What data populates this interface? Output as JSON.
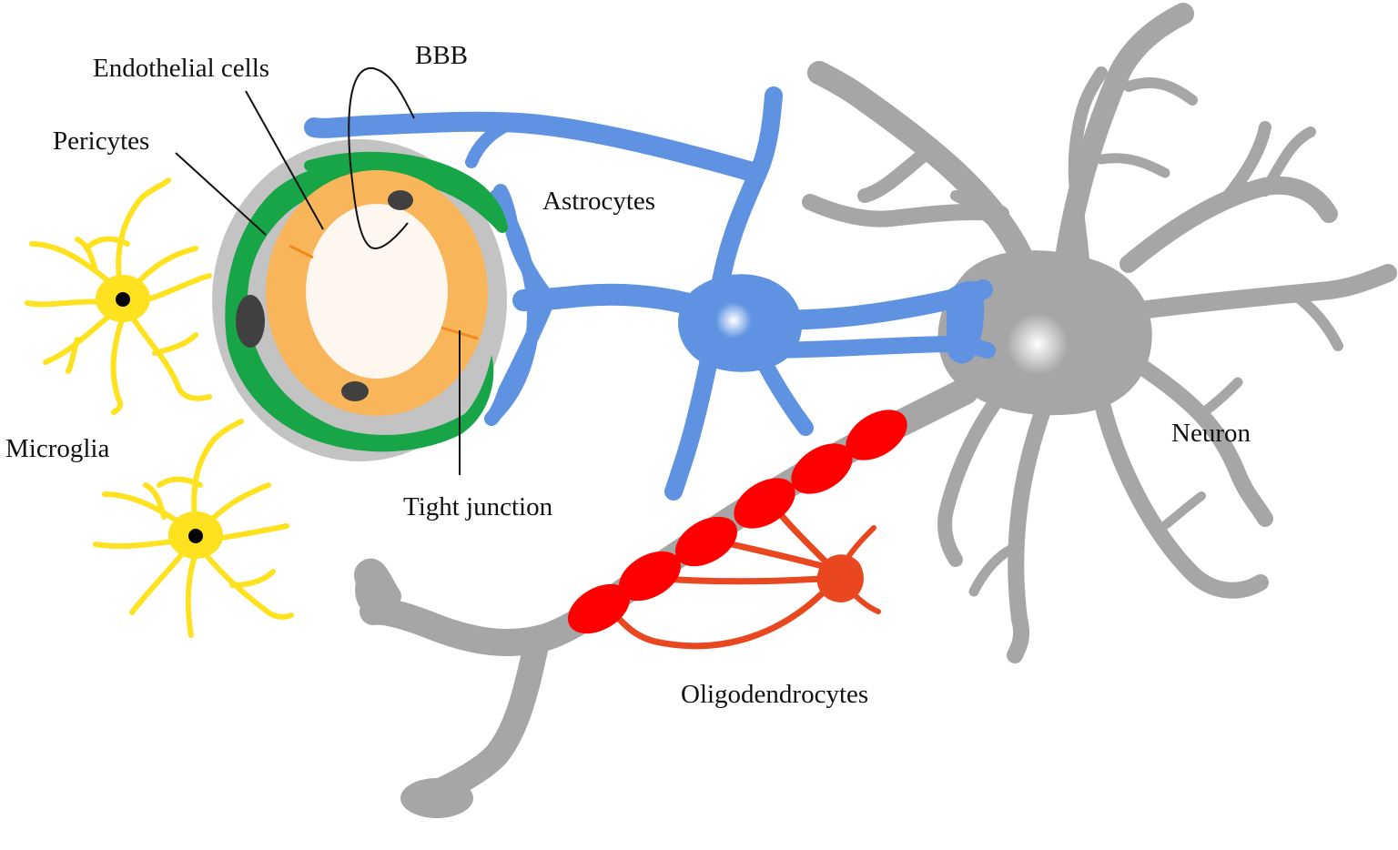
{
  "labels": {
    "bbb": "BBB",
    "endothelial_cells": "Endothelial cells",
    "pericytes": "Pericytes",
    "astrocytes": "Astrocytes",
    "microglia": "Microglia",
    "tight_junction": "Tight junction",
    "neuron": "Neuron",
    "oligodendrocytes": "Oligodendrocytes"
  },
  "colors": {
    "astrocyte": "#5f93e2",
    "neuron": "#a6a6a6",
    "myelin": "#ff0000",
    "oligodendrocyte": "#e8471f",
    "microglia": "#ffe21f",
    "pericyte": "#18a548",
    "endothelium": "#f9b55a",
    "basement_membrane": "#c3c3c3",
    "lumen": "#fdf7ef",
    "nucleus": "#404040"
  }
}
